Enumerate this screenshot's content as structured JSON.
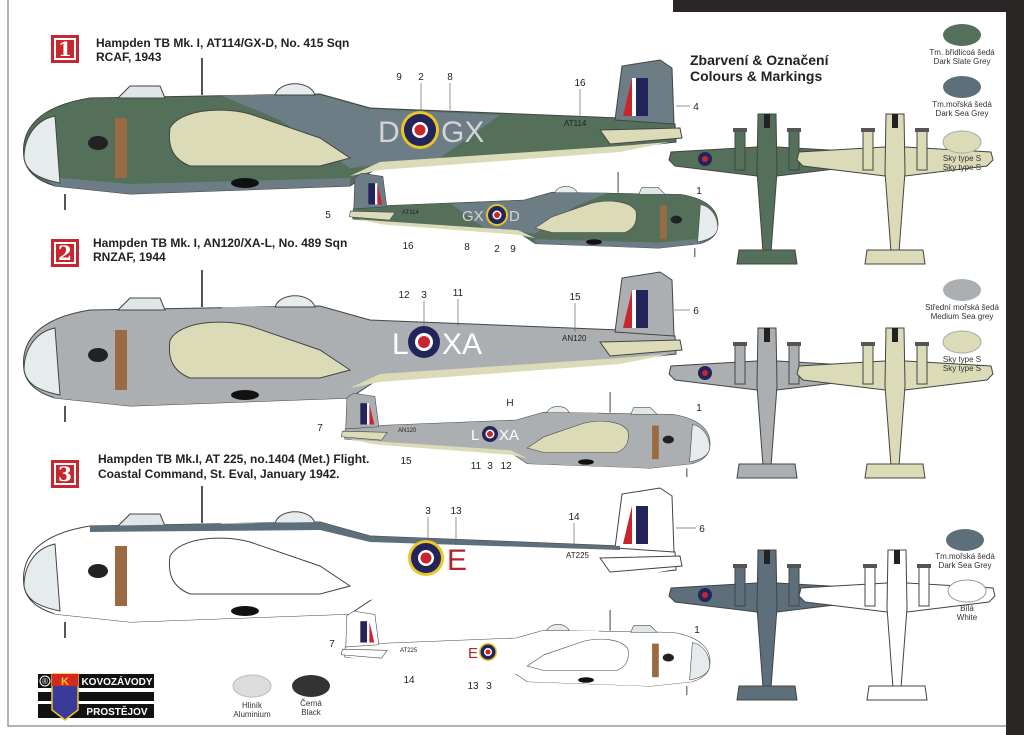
{
  "heading": {
    "line1": "Zbarvení & Označení",
    "line2": "Colours & Markings"
  },
  "schemes": [
    {
      "number": "1",
      "title": "Hampden TB Mk. I, AT114/GX-D, No. 415 Sqn",
      "subtitle": "RCAF, 1943",
      "code_left": "D",
      "code_right": "GX",
      "serial": "AT114",
      "callouts_large": [
        "9",
        "2",
        "8",
        "16",
        "4"
      ],
      "callouts_small": [
        "5",
        "16",
        "8",
        "2",
        "9"
      ],
      "callout_plan": "1",
      "swatches": [
        {
          "cz": "Tm. břidlicoá šedá",
          "en": "Dark Slate Grey",
          "color": "#55705a"
        },
        {
          "cz": "Tm.mořská šedá",
          "en": "Dark Sea Grey",
          "color": "#5d6f7a"
        },
        {
          "cz": "Sky type S",
          "en": "Sky type S",
          "color": "#dcdbb7"
        }
      ]
    },
    {
      "number": "2",
      "title": "Hampden TB Mk. I, AN120/XA-L, No. 489 Sqn",
      "subtitle": "RNZAF, 1944",
      "code_left": "L",
      "code_right": "XA",
      "serial": "AN120",
      "callouts_large": [
        "12",
        "3",
        "11",
        "15",
        "6"
      ],
      "callout_h": "H",
      "callouts_small": [
        "7",
        "15",
        "11",
        "3",
        "12"
      ],
      "callout_plan": "1",
      "swatches": [
        {
          "cz": "Střední mořská šedá",
          "en": "Medium Sea grey",
          "color": "#abafb2"
        },
        {
          "cz": "Sky type S",
          "en": "Sky type S",
          "color": "#dcdbb7"
        }
      ]
    },
    {
      "number": "3",
      "title": "Hampden TB Mk.I, AT 225, no.1404 (Met.) Flight.",
      "subtitle": "Coastal Command, St. Eval, January 1942.",
      "code_left": "E",
      "serial": "AT225",
      "callouts_large": [
        "3",
        "13",
        "14",
        "6"
      ],
      "callouts_small": [
        "7",
        "14",
        "13",
        "3"
      ],
      "callout_plan": "1",
      "swatches": [
        {
          "cz": "Tm.mořská šedá",
          "en": "Dark Sea Grey",
          "color": "#5d6f7a"
        },
        {
          "cz": "Bílá",
          "en": "White",
          "color": "#ffffff"
        }
      ]
    }
  ],
  "common_swatches": [
    {
      "cz": "Hliník",
      "en": "Aluminium",
      "color": "#dcdcdc"
    },
    {
      "cz": "Černá",
      "en": "Black",
      "color": "#333333"
    }
  ],
  "logo": {
    "top": "KOVOZÁVODY",
    "bottom": "PROSTĚJOV",
    "mark": "®"
  }
}
